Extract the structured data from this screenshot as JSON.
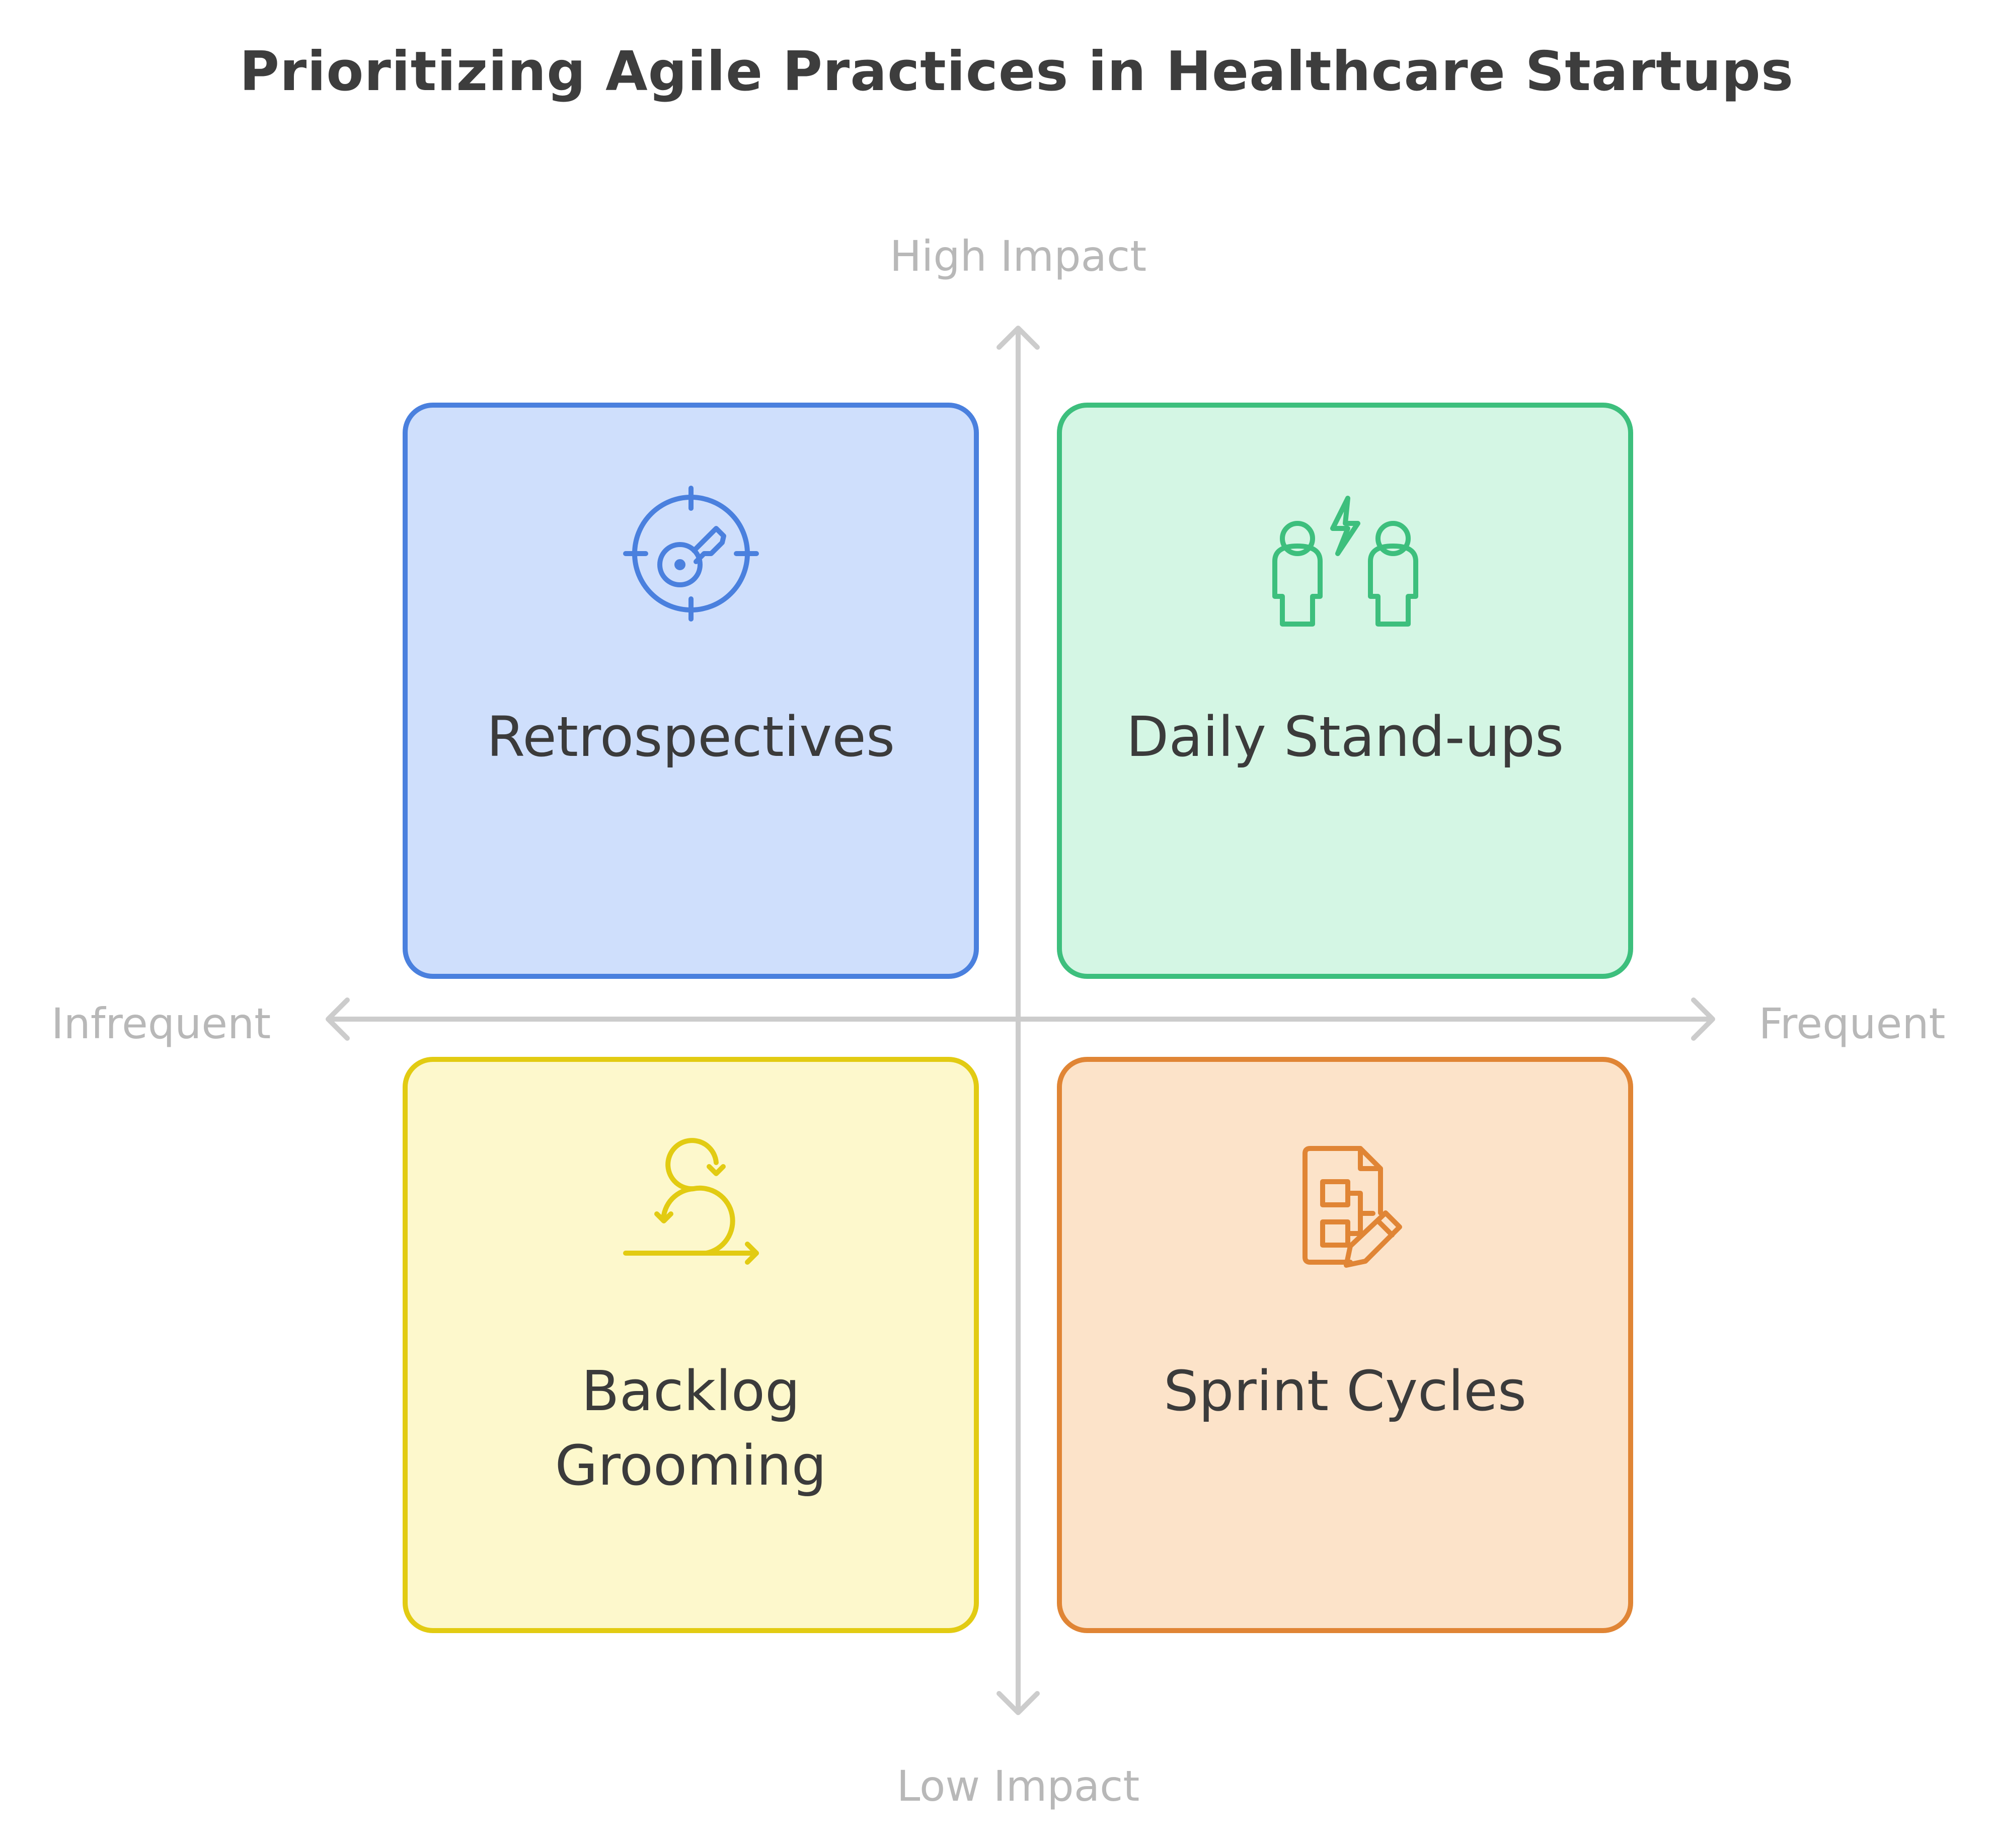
{
  "title": "Prioritizing Agile Practices in Healthcare Startups",
  "axes": {
    "top": "High Impact",
    "bottom": "Low Impact",
    "left": "Infrequent",
    "right": "Frequent"
  },
  "quadrants": {
    "top_left": {
      "label": "Retrospectives",
      "icon": "target-key-icon",
      "fill": "#cfdffc",
      "stroke": "#4a80de"
    },
    "top_right": {
      "label": "Daily Stand-ups",
      "icon": "people-lightning-icon",
      "fill": "#d4f6e4",
      "stroke": "#3dbf7d"
    },
    "bottom_left": {
      "label_lines": [
        "Backlog",
        "Grooming"
      ],
      "icon": "loop-arrow-icon",
      "fill": "#fdf8cc",
      "stroke": "#e2cb12"
    },
    "bottom_right": {
      "label": "Sprint Cycles",
      "icon": "document-flow-pencil-icon",
      "fill": "#fce3c9",
      "stroke": "#e08535"
    }
  },
  "colors": {
    "axis": "#cccccc",
    "axis_label": "#b8b8b8",
    "title": "#3d3d3d",
    "text": "#3b3b3b"
  }
}
